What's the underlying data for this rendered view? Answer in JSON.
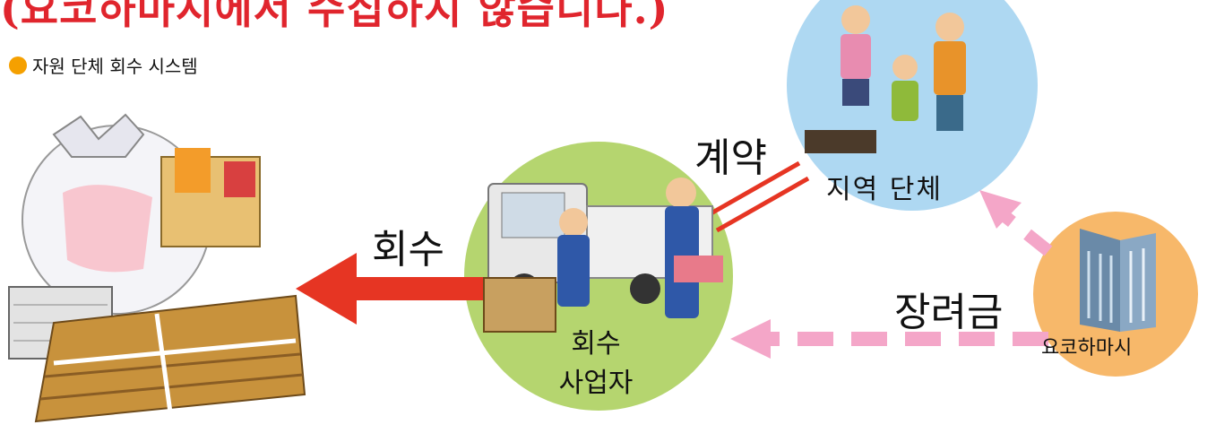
{
  "header": {
    "title": "(요코하마시에서 수집하지 않습니다.)",
    "subtitle": "자원 단체 회수 시스템"
  },
  "diagram": {
    "nodes": {
      "community_group": "지역 단체",
      "collector_top": "회수",
      "collector_bottom": "사업자",
      "city": "요코하마시"
    },
    "edges": {
      "contract": "계약",
      "collection": "회수",
      "subsidy": "장려금"
    }
  },
  "colors": {
    "title": "#e0252d",
    "bullet": "#f5a000",
    "collector_circle": "#b5d56f",
    "group_circle": "#aed8f2",
    "city_circle": "#f7b86a",
    "arrow_red": "#e63523",
    "arrow_pink": "#f4a6c8"
  }
}
